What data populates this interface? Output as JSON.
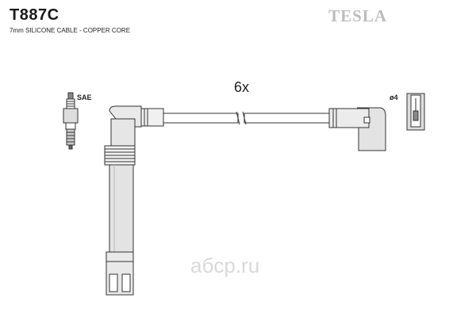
{
  "header": {
    "part_number": "T887C",
    "description": "7mm SILICONE CABLE - COPPER CORE",
    "brand": "TESLA"
  },
  "diagram": {
    "quantity_label": "6x",
    "plug_label": "SAE",
    "terminal_label": "ø4"
  },
  "watermark": "aбcp.ru"
}
